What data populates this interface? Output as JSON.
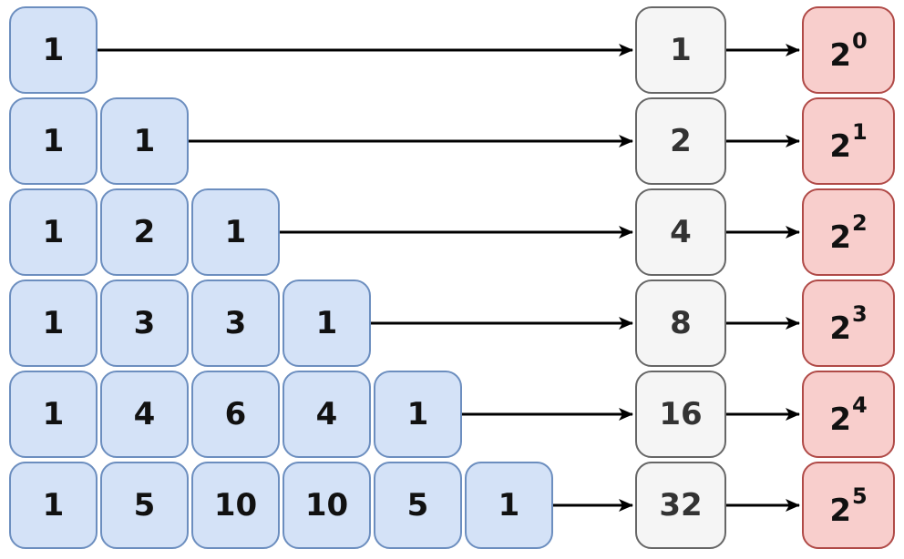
{
  "diagram_type": "pascal-triangle-to-powers-of-two",
  "triangle": {
    "rows": [
      [
        "1"
      ],
      [
        "1",
        "1"
      ],
      [
        "1",
        "2",
        "1"
      ],
      [
        "1",
        "3",
        "3",
        "1"
      ],
      [
        "1",
        "4",
        "6",
        "4",
        "1"
      ],
      [
        "1",
        "5",
        "10",
        "10",
        "5",
        "1"
      ]
    ]
  },
  "sums": {
    "values": [
      "1",
      "2",
      "4",
      "8",
      "16",
      "32"
    ]
  },
  "powers": {
    "values": [
      {
        "base": "2",
        "exp": "0"
      },
      {
        "base": "2",
        "exp": "1"
      },
      {
        "base": "2",
        "exp": "2"
      },
      {
        "base": "2",
        "exp": "3"
      },
      {
        "base": "2",
        "exp": "4"
      },
      {
        "base": "2",
        "exp": "5"
      }
    ]
  },
  "colors": {
    "triangle_fill": "#d4e2f7",
    "triangle_stroke": "#6c8ebf",
    "triangle_text": "#111111",
    "sum_fill": "#f5f5f5",
    "sum_stroke": "#666666",
    "sum_text": "#333333",
    "power_fill": "#f8cecc",
    "power_stroke": "#b04a47",
    "power_text": "#111111",
    "arrow_color": "#000000",
    "background": "#ffffff"
  }
}
